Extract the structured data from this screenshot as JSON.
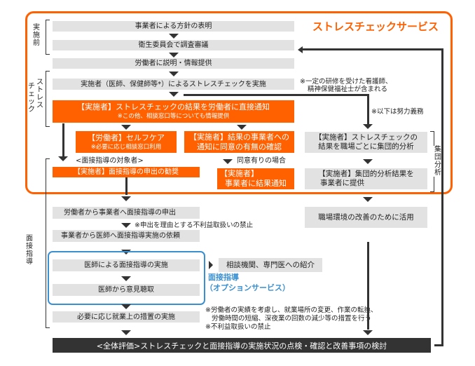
{
  "service_title": "ストレスチェックサービス",
  "phases": {
    "pre": "実施前",
    "stress_check_col1": "ストレス",
    "stress_check_col2": "チェック",
    "interview": "面接指導",
    "group": "集団分析"
  },
  "steps": {
    "policy": "事業者による方針の表明",
    "committee": "衛生委員会で調査審議",
    "explain": "労働者に説明・情報提供",
    "conduct": "実施者（医師、保健師等*）によるストレスチェックを実施",
    "notify_title": "【実施者】ストレスチェックの結果を労働者に直接通知",
    "notify_note": "※この他、相談窓口等についても情報提供",
    "selfcare_title": "【労働者】セルフケア",
    "selfcare_note": "※必要に応じ相談窓口利用",
    "consent_line1": "【実施者】結果の事業者への",
    "consent_line2": "通知に同意の有無の確認",
    "target": "<面接指導の対象者>",
    "consent_yes": "同意有りの場合",
    "recommend": "【実施者】面接指導の申出の勧奨",
    "report_line1": "【実施者】",
    "report_line2": "事業者に結果通知",
    "group_analysis_line1": "【実施者】ストレスチェックの",
    "group_analysis_line2": "結果を職場ごとに集団的分析",
    "group_report_line1": "【実施者】集団的分析結果を",
    "group_report_line2": "事業者に提供",
    "nurse_note_line1": "※一定の研修を受けた看護師、",
    "nurse_note_line2": "精神保健福祉士が含まれる",
    "effort_note": "※以下は努力義務",
    "request": "労働者から事業者へ面接指導の申出",
    "request_note": "※申出を理由とする不利益取扱いの禁止",
    "ask_doctor": "事業者から医師へ面接指導実施の依頼",
    "doctor_interview": "医師による面接指導の実施",
    "referral": "相談機関、専門医への紹介",
    "opinion": "医師から意見聴取",
    "option_line1": "面接指導",
    "option_line2": "（オプションサービス）",
    "measures": "必要に応じ就業上の措置の実施",
    "measures_note_line1": "※労働者の実績を考慮し、就業場所の変更、作業の転換、",
    "measures_note_line2": "労働時間の短縮、深夜業の回数の減少等の措置を行う",
    "measures_note_line3": "※不利益取扱いの禁止",
    "workplace": "職場環境の改善のために活用",
    "evaluation": "<全体評価>ストレスチェックと面接指導の実施状況の点検・確認と改善事項の検討"
  },
  "colors": {
    "orange": "#ff6000",
    "blue": "#3a8fd0",
    "gray": "#e2e2e2",
    "dark": "#333333"
  }
}
